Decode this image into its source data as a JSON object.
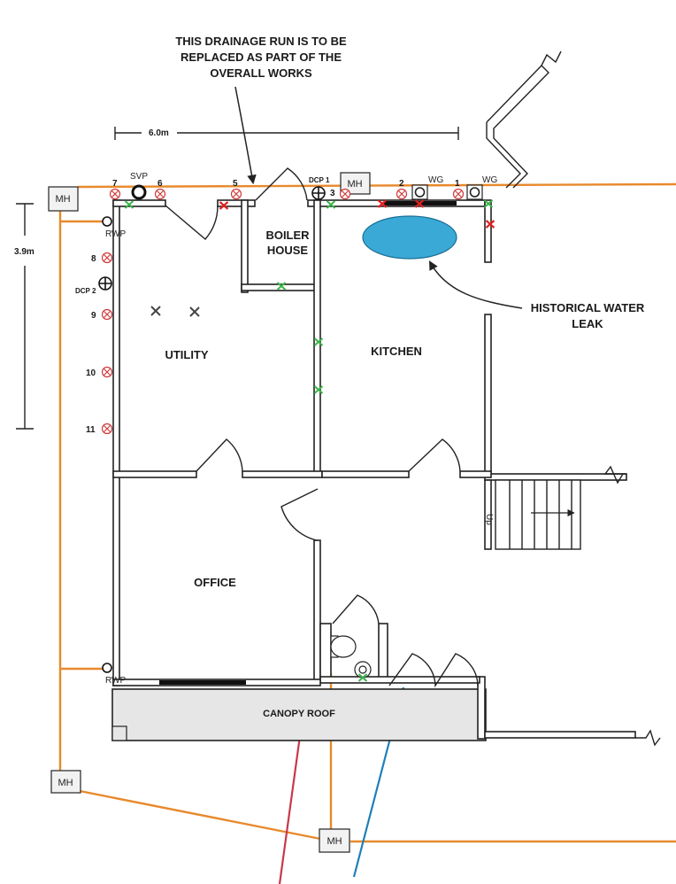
{
  "annotations": {
    "drainage_note": [
      "THIS DRAINAGE RUN IS TO BE",
      "REPLACED AS PART OF THE",
      "OVERALL WORKS"
    ],
    "leak_note": [
      "HISTORICAL WATER",
      "LEAK"
    ]
  },
  "dimensions": {
    "width": "6.0m",
    "height": "3.9m"
  },
  "rooms": {
    "utility": "UTILITY",
    "boiler": [
      "BOILER",
      "HOUSE"
    ],
    "kitchen": "KITCHEN",
    "office": "OFFICE",
    "canopy": "CANOPY ROOF"
  },
  "manholes": [
    "MH",
    "MH",
    "MH",
    "MH"
  ],
  "fixtures": {
    "svp": "SVP",
    "wg": [
      "WG",
      "WG"
    ],
    "rwp": [
      "RWP",
      "RWP"
    ],
    "dcp": [
      "DCP 1",
      "DCP 2"
    ],
    "stairs": "Up"
  },
  "points": [
    "1",
    "2",
    "3",
    "5",
    "6",
    "7",
    "8",
    "9",
    "10",
    "11"
  ],
  "colors": {
    "drain_run": "#e8892c",
    "leak_fill": "#3aa9d6",
    "fault_cross": "#e02020",
    "ok_cross": "#3bb54a",
    "gas_line": "#c8384a",
    "water_line": "#1f7fb8"
  }
}
